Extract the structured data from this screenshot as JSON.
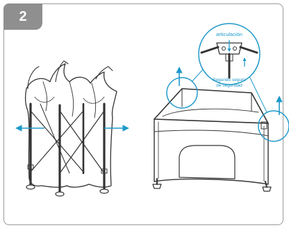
{
  "step": {
    "number": "2"
  },
  "callout": {
    "joint_label": "articulación",
    "safety_label_line1": "Segundo seguro",
    "safety_label_line2": "de seguridad"
  },
  "colors": {
    "accent": "#1e98c9",
    "line": "#333333",
    "badge": "#8f8f8f",
    "border": "#9a9a9a"
  }
}
